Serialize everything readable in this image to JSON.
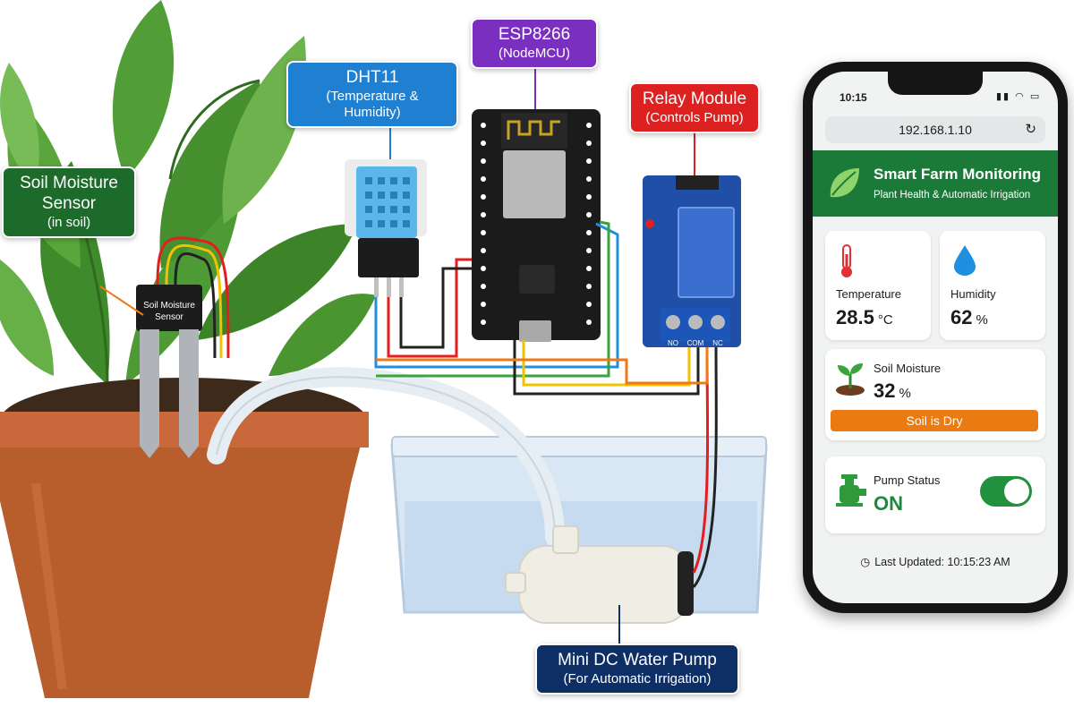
{
  "callouts": {
    "soil_sensor": {
      "line1": "Soil Moisture",
      "line2": "Sensor",
      "line3": "(in soil)"
    },
    "dht11": {
      "line1": "DHT11",
      "line2": "(Temperature & Humidity)"
    },
    "esp8266": {
      "line1": "ESP8266",
      "line2": "(NodeMCU)"
    },
    "relay": {
      "line1": "Relay Module",
      "line2": "(Controls Pump)"
    },
    "pump": {
      "line1": "Mini DC Water Pump",
      "line2": "(For Automatic Irrigation)"
    }
  },
  "sensor_board_label": {
    "line1": "Soil Moisture",
    "line2": "Sensor"
  },
  "relay_terminals": [
    "NO",
    "COM",
    "NC"
  ],
  "phone": {
    "status_time": "10:15",
    "url": "192.168.1.10",
    "app_title": "Smart Farm Monitoring",
    "app_subtitle": "Plant Health & Automatic Irrigation",
    "temperature": {
      "label": "Temperature",
      "value": "28.5",
      "unit": "°C"
    },
    "humidity": {
      "label": "Humidity",
      "value": "62",
      "unit": "%"
    },
    "soil_moisture": {
      "label": "Soil Moisture",
      "value": "32",
      "unit": "%",
      "status": "Soil is Dry"
    },
    "pump": {
      "label": "Pump Status",
      "value": "ON",
      "toggle_on": true
    },
    "last_updated": "Last Updated: 10:15:23 AM"
  },
  "icons": [
    "leaf-icon",
    "thermometer-icon",
    "water-drop-icon",
    "sprout-icon",
    "pump-icon",
    "clock-icon",
    "reload-icon",
    "wifi-icon",
    "battery-icon"
  ],
  "colors": {
    "header_green": "#1c7a38",
    "dry_orange": "#ea7b12",
    "soil_callout": "#1d6b2a",
    "dht_callout": "#1f7fd0",
    "esp_callout": "#7b2fc0",
    "relay_callout": "#dd2020",
    "pump_callout": "#0d2f66"
  }
}
